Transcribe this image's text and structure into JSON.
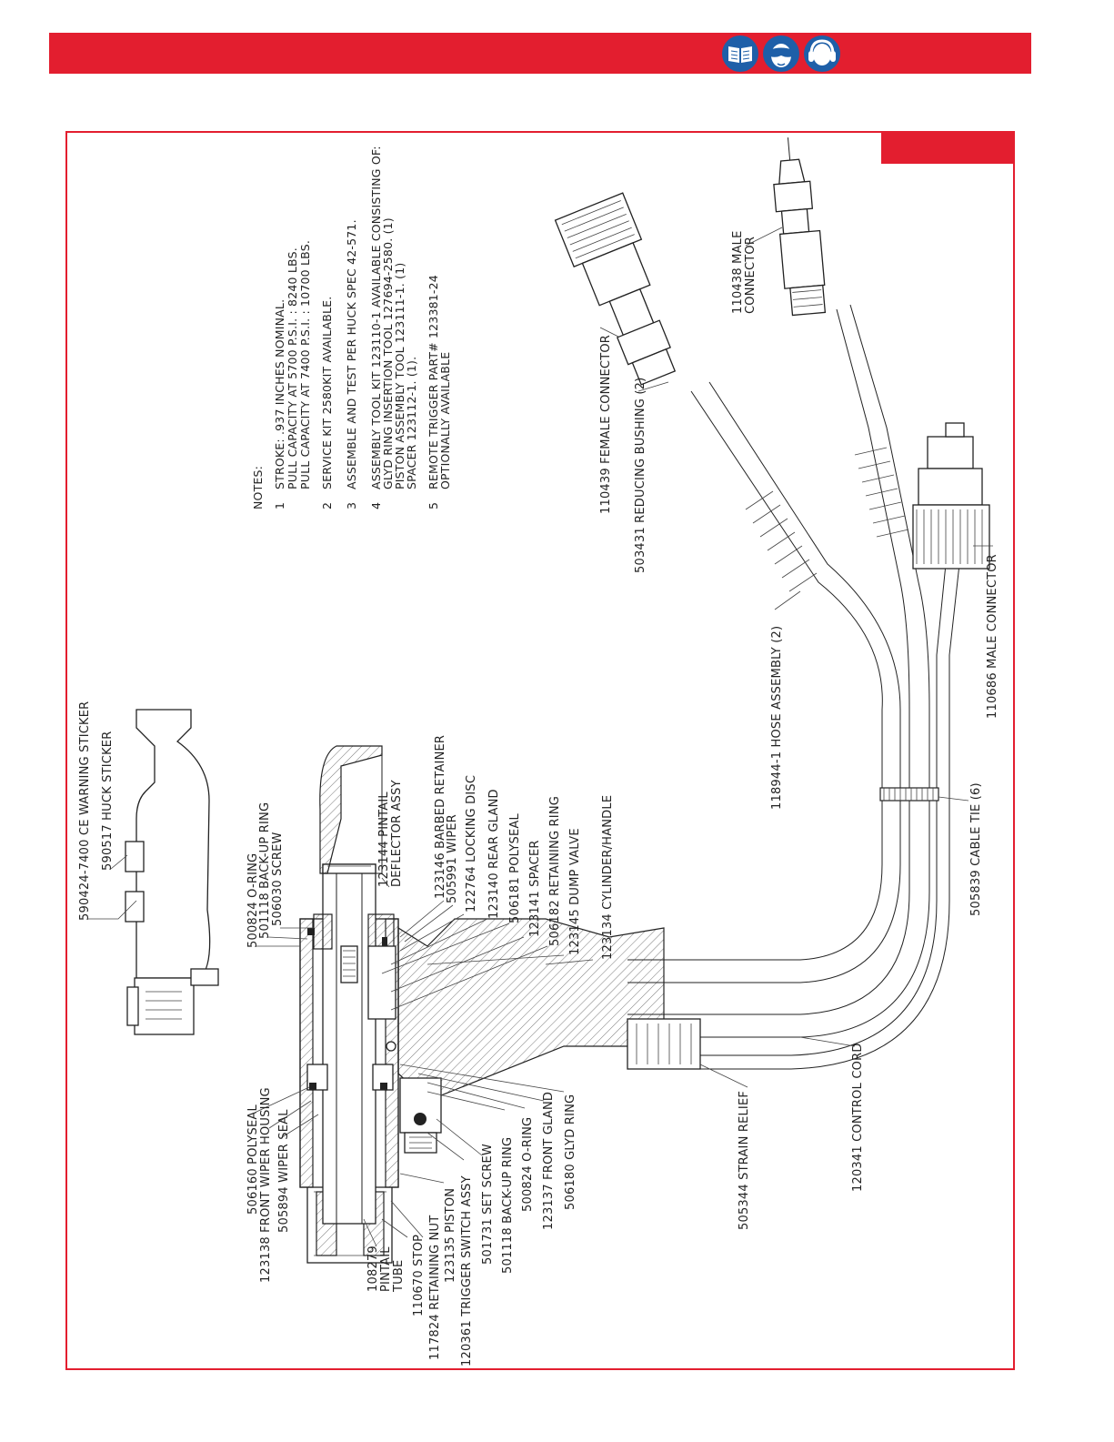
{
  "colors": {
    "brand_red": "#e31e2f",
    "icon_blue": "#1e5fa8",
    "line": "#222222"
  },
  "header": {
    "safety_icons": [
      {
        "name": "read-manual-icon"
      },
      {
        "name": "eye-protection-icon"
      },
      {
        "name": "ear-protection-icon"
      }
    ]
  },
  "notes": {
    "title": "NOTES:",
    "items": [
      {
        "num": "1",
        "lines": [
          "STROKE: .937 INCHES NOMINAL.",
          "PULL CAPACITY AT 5700 P.S.I. : 8240 LBS.",
          "PULL CAPACITY AT 7400 P.S.I. : 10700 LBS."
        ]
      },
      {
        "num": "2",
        "lines": [
          "SERVICE KIT 2580KIT AVAILABLE."
        ]
      },
      {
        "num": "3",
        "lines": [
          "ASSEMBLE AND TEST PER HUCK SPEC 42-571."
        ]
      },
      {
        "num": "4",
        "lines": [
          "ASSEMBLY TOOL KIT 123110-1 AVAILABLE CONSISTING OF:",
          "GLYD RING INSERTION TOOL 127694-2580. (1)",
          "PISTON ASSEMBLY TOOL 123111-1. (1)",
          "SPACER 123112-1. (1)."
        ]
      },
      {
        "num": "5",
        "lines": [
          "REMOTE TRIGGER PART# 123381-24",
          "OPTIONALLY AVAILABLE"
        ]
      }
    ]
  },
  "labels": {
    "ce_sticker": "590424-7400 CE WARNING STICKER",
    "huck_sticker": "590517 HUCK STICKER",
    "oring_top": "500824 O-RING",
    "backup_ring_top": "501118 BACK-UP RING",
    "screw": "506030 SCREW",
    "pintail_deflector_1": "123144 PINTAIL",
    "pintail_deflector_2": "DEFLECTOR ASSY",
    "barbed_retainer": "123146 BARBED RETAINER",
    "wiper": "505991 WIPER",
    "locking_disc": "122764 LOCKING DISC",
    "rear_gland": "123140 REAR GLAND",
    "polyseal_rear": "506181 POLYSEAL",
    "spacer": "123141 SPACER",
    "retaining_ring": "506182 RETAINING RING",
    "dump_valve": "123145 DUMP VALVE",
    "cylinder_handle": "123134 CYLINDER/HANDLE",
    "polyseal_front": "506160 POLYSEAL",
    "front_wiper_housing": "123138 FRONT WIPER HOUSING",
    "wiper_seal": "505894 WIPER SEAL",
    "pintail_tube_1": "108279",
    "pintail_tube_2": "PINTAIL",
    "pintail_tube_3": "TUBE",
    "stop": "110670 STOP",
    "retaining_nut": "117824 RETAINING NUT",
    "piston": "123135 PISTON",
    "trigger_switch": "120361 TRIGGER SWITCH ASSY",
    "set_screw": "501731 SET SCREW",
    "backup_ring_bottom": "501118 BACK-UP RING",
    "oring_bottom": "500824 O-RING",
    "front_gland": "123137 FRONT GLAND",
    "glyd_ring": "506180 GLYD RING",
    "strain_relief": "505344 STRAIN RELIEF",
    "control_cord": "120341 CONTROL CORD",
    "cable_tie": "505839 CABLE TIE (6)",
    "hose_assembly": "118944-1 HOSE ASSEMBLY (2)",
    "male_connector_elec": "110686 MALE CONNECTOR",
    "female_connector": "110439 FEMALE CONNECTOR",
    "reducing_bushing": "503431 REDUCING BUSHING (2)",
    "male_connector_hyd_1": "110438 MALE",
    "male_connector_hyd_2": "CONNECTOR"
  }
}
